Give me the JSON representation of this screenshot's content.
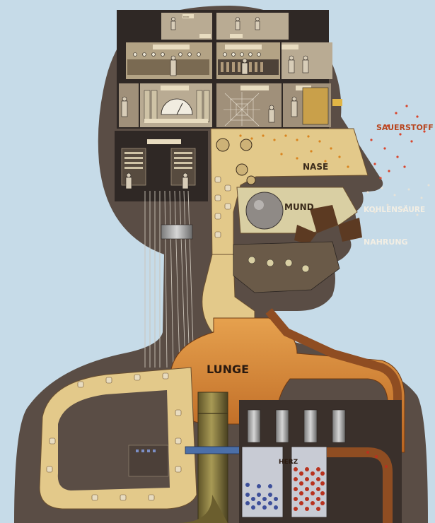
{
  "labels": {
    "sauerstoff": "SAUERSTOFF",
    "nase": "NASE",
    "mund": "MUND",
    "kohlensaure": "KOHLENSÄURE",
    "nahrung": "NAHRUNG",
    "lunge": "LUNGE",
    "herz": "HERZ"
  },
  "colors": {
    "sky": "#c6dbe8",
    "head_shell": "#5a4d45",
    "brain_bg": "#2f2825",
    "conveyor": "#e3c98a",
    "pipe_orange": "#cf7a2a",
    "pipe_brown": "#8f4d22",
    "lung_pipe": "#d98a34",
    "mouth_beige": "#d9cfa3",
    "blood_red": "#b8321f",
    "blood_blue": "#3d4f9a",
    "oxygen_dot": "#d9452c"
  },
  "icons": {
    "wheel": "gear-wheel-icon",
    "worker": "worker-figure-icon",
    "gauge": "pressure-gauge-icon"
  }
}
